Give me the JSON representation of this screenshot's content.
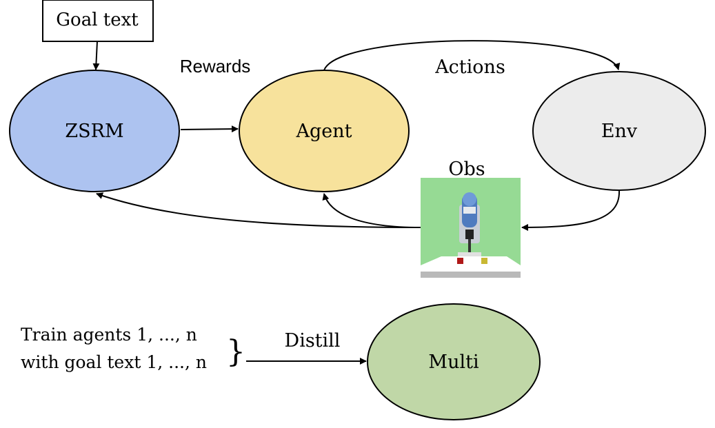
{
  "goal_box": {
    "label": "Goal text"
  },
  "nodes": {
    "zsrm": {
      "label": "ZSRM",
      "color": "#adc3f0"
    },
    "agent": {
      "label": "Agent",
      "color": "#f7e29c"
    },
    "env": {
      "label": "Env",
      "color": "#ececec"
    },
    "multi": {
      "label": "Multi",
      "color": "#c0d7a7"
    }
  },
  "edge_labels": {
    "rewards": "Rewards",
    "actions": "Actions",
    "obs": "Obs",
    "distill": "Distill"
  },
  "obs_image": {
    "background": "#96da94",
    "icon": "robot-arm-icon"
  },
  "train_text": {
    "line1": "Train agents 1, ..., n",
    "line2": "with goal text 1, ..., n",
    "brace": "}"
  }
}
